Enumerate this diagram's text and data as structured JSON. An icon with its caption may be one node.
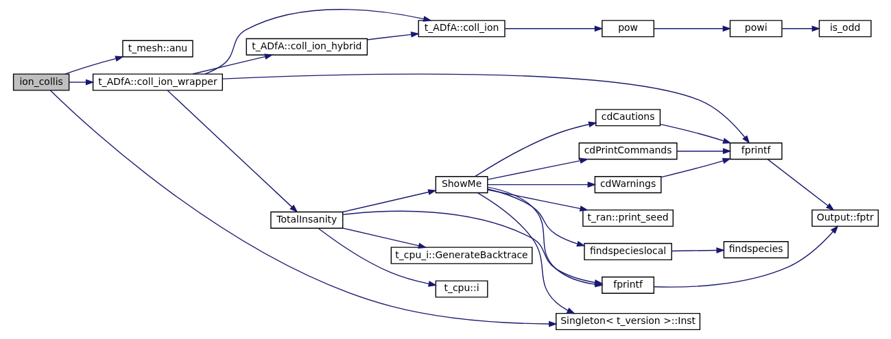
{
  "diagram": {
    "nodes": [
      {
        "text": [
          "ion_collis"
        ]
      },
      {
        "text": [
          "t_mesh::anu"
        ]
      },
      {
        "text": [
          "t_ADfA::coll_ion_wrapper"
        ]
      },
      {
        "text": [
          "t_ADfA::coll_ion_hybrid"
        ]
      },
      {
        "text": [
          "t_ADfA::coll_ion"
        ]
      },
      {
        "text": [
          "pow"
        ]
      },
      {
        "text": [
          "powi"
        ]
      },
      {
        "text": [
          "is_odd"
        ]
      },
      {
        "text": [
          "fprintf"
        ]
      },
      {
        "text": [
          "TotalInsanity"
        ]
      },
      {
        "text": [
          "ShowMe"
        ]
      },
      {
        "text": [
          "cdPrintCommands"
        ]
      },
      {
        "text": [
          "cdWarnings"
        ]
      },
      {
        "text": [
          "cdCautions"
        ]
      },
      {
        "text": [
          "t_ran::print_seed"
        ]
      },
      {
        "text": [
          "findspecieslocal"
        ]
      },
      {
        "text": [
          "findspecies"
        ]
      },
      {
        "text": [
          "fprintf"
        ]
      },
      {
        "text": [
          "Singleton< t_version >::Inst"
        ]
      },
      {
        "text": [
          "Output::fptr"
        ]
      },
      {
        "text": [
          "t_cpu_i::GenerateBacktrace"
        ]
      },
      {
        "text": [
          "t_cpu::i"
        ]
      }
    ],
    "edges": [
      {
        "from": 0,
        "to": 1,
        "arrow": "to"
      },
      {
        "from": 0,
        "to": 2,
        "arrow": "to"
      },
      {
        "from": 0,
        "to": 18,
        "arrow": "to"
      },
      {
        "from": 2,
        "to": 4,
        "arrow": "to"
      },
      {
        "from": 2,
        "to": 3,
        "arrow": "to"
      },
      {
        "from": 2,
        "to": 8,
        "arrow": "to"
      },
      {
        "from": 2,
        "to": 9,
        "arrow": "to"
      },
      {
        "from": 3,
        "to": 4,
        "arrow": "to"
      },
      {
        "from": 4,
        "to": 5,
        "arrow": "to"
      },
      {
        "from": 5,
        "to": 6,
        "arrow": "to"
      },
      {
        "from": 6,
        "to": 7,
        "arrow": "to"
      },
      {
        "from": 9,
        "to": 10,
        "arrow": "to"
      },
      {
        "from": 9,
        "to": 20,
        "arrow": "to"
      },
      {
        "from": 9,
        "to": 21,
        "arrow": "to"
      },
      {
        "from": 9,
        "to": 17,
        "arrow": "to"
      },
      {
        "from": 10,
        "to": 11,
        "arrow": "to"
      },
      {
        "from": 10,
        "to": 12,
        "arrow": "to"
      },
      {
        "from": 10,
        "to": 13,
        "arrow": "to"
      },
      {
        "from": 10,
        "to": 14,
        "arrow": "to"
      },
      {
        "from": 10,
        "to": 15,
        "arrow": "to"
      },
      {
        "from": 10,
        "to": 17,
        "arrow": "to"
      },
      {
        "from": 10,
        "to": 18,
        "arrow": "to"
      },
      {
        "from": 11,
        "to": 8,
        "arrow": "to"
      },
      {
        "from": 12,
        "to": 8,
        "arrow": "to"
      },
      {
        "from": 13,
        "to": 8,
        "arrow": "to"
      },
      {
        "from": 8,
        "to": 19,
        "arrow": "to"
      },
      {
        "from": 15,
        "to": 16,
        "arrow": "to"
      },
      {
        "from": 17,
        "to": 19,
        "arrow": "to"
      }
    ]
  }
}
